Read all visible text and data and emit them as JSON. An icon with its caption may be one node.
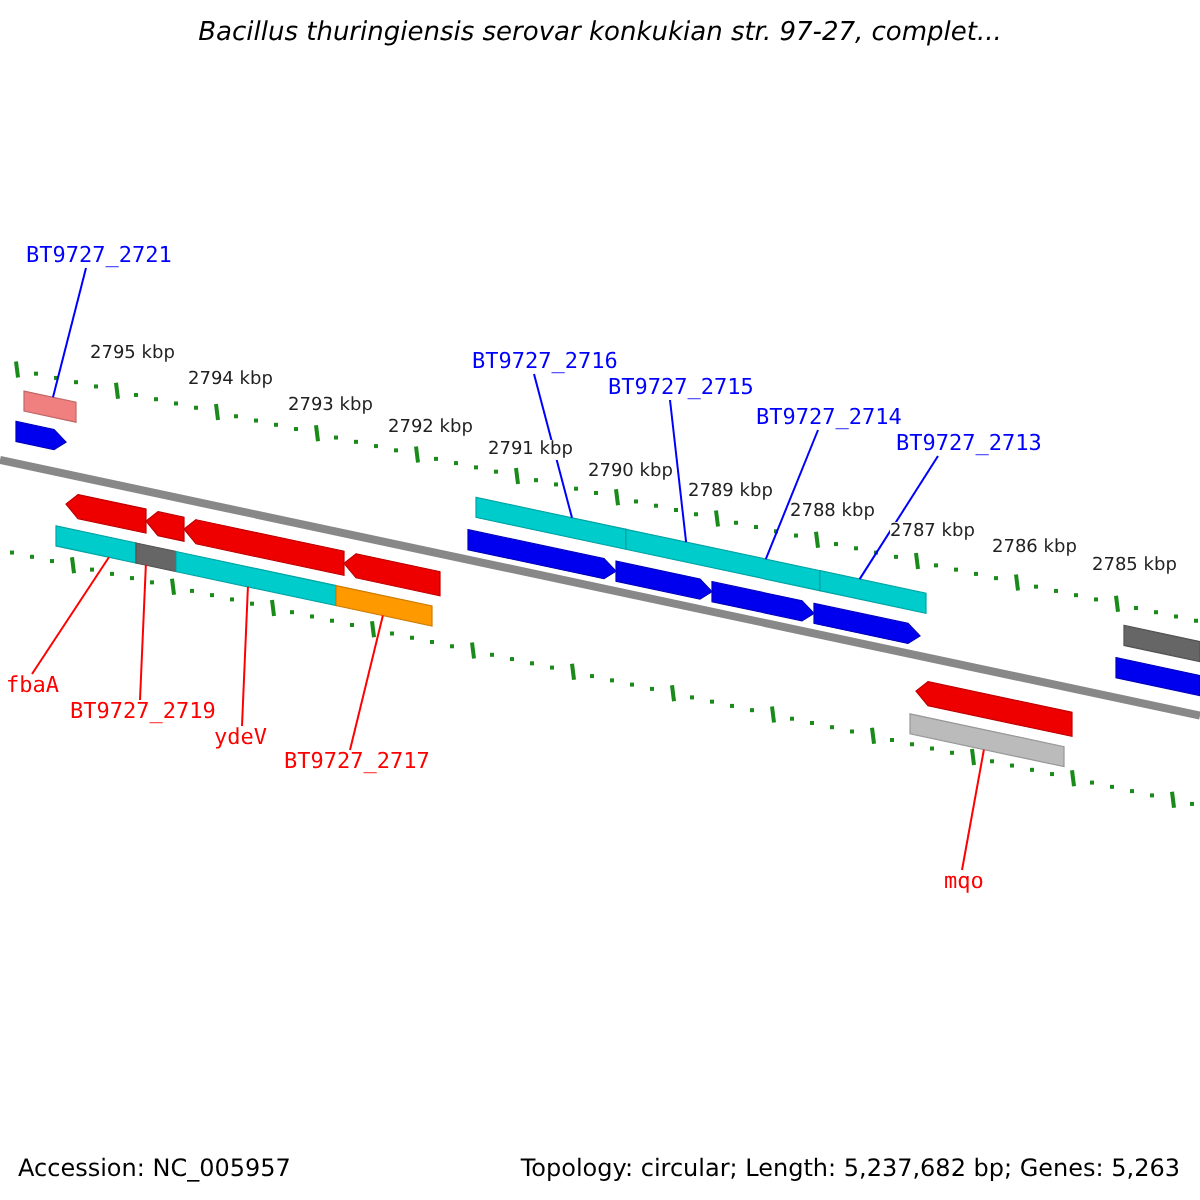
{
  "diagram": {
    "title": "Bacillus thuringiensis serovar konkukian str. 97-27, complet...",
    "nodes": [
      {
        "text": [
          "BT9727_2721"
        ]
      },
      {
        "text": [
          "BT9727_2716"
        ]
      },
      {
        "text": [
          "BT9727_2715"
        ]
      },
      {
        "text": [
          "BT9727_2714"
        ]
      },
      {
        "text": [
          "BT9727_2713"
        ]
      },
      {
        "text": [
          "fbaA"
        ]
      },
      {
        "text": [
          "BT9727_2719"
        ]
      },
      {
        "text": [
          "ydeV"
        ]
      },
      {
        "text": [
          "BT9727_2717"
        ]
      },
      {
        "text": [
          "mqo"
        ]
      },
      {
        "text": [],
        "shape": "bar"
      },
      {
        "text": [],
        "shape": "bar"
      },
      {
        "text": [],
        "shape": "bar"
      },
      {
        "text": [],
        "shape": "bar"
      },
      {
        "text": [],
        "shape": "bar"
      },
      {
        "text": [],
        "shape": "bar"
      },
      {
        "text": [],
        "shape": "bar"
      },
      {
        "text": [],
        "shape": "bar"
      },
      {
        "text": [],
        "shape": "bar"
      },
      {
        "text": [],
        "shape": "bar"
      },
      {
        "text": [],
        "shape": "bar"
      },
      {
        "text": [],
        "shape": "bar"
      },
      {
        "text": [],
        "shape": "bar"
      },
      {
        "text": [],
        "shape": "bar"
      },
      {
        "text": [],
        "shape": "bar"
      },
      {
        "text": [],
        "shape": "bar"
      },
      {
        "text": [],
        "shape": "bar"
      },
      {
        "text": [],
        "shape": "bar"
      },
      {
        "text": [],
        "shape": "bar"
      },
      {
        "text": [],
        "shape": "bar"
      },
      {
        "text": [],
        "shape": "bar"
      }
    ],
    "edges": [
      {
        "from": 0,
        "to": 10,
        "arrow": "none"
      },
      {
        "from": 1,
        "to": 20,
        "arrow": "none"
      },
      {
        "from": 2,
        "to": 22,
        "arrow": "none"
      },
      {
        "from": 3,
        "to": 22,
        "arrow": "none"
      },
      {
        "from": 4,
        "to": 25,
        "arrow": "none"
      },
      {
        "from": 5,
        "to": 13,
        "arrow": "none",
        "color": "#ff0000"
      },
      {
        "from": 6,
        "to": 15,
        "arrow": "none",
        "color": "#ff0000"
      },
      {
        "from": 7,
        "to": 17,
        "arrow": "none",
        "color": "#ff0000"
      },
      {
        "from": 8,
        "to": 19,
        "arrow": "none",
        "color": "#ff0000"
      },
      {
        "from": 9,
        "to": 28,
        "arrow": "none",
        "color": "#ff0000"
      }
    ],
    "labels": [
      "2795 kbp",
      "2794 kbp",
      "2793 kbp",
      "2792 kbp",
      "2791 kbp",
      "2790 kbp",
      "2789 kbp",
      "2788 kbp",
      "2787 kbp",
      "2786 kbp",
      "2785 kbp",
      "Accession: NC_005957",
      "Topology: circular; Length: 5,237,682 bp; Genes: 5,263"
    ]
  }
}
